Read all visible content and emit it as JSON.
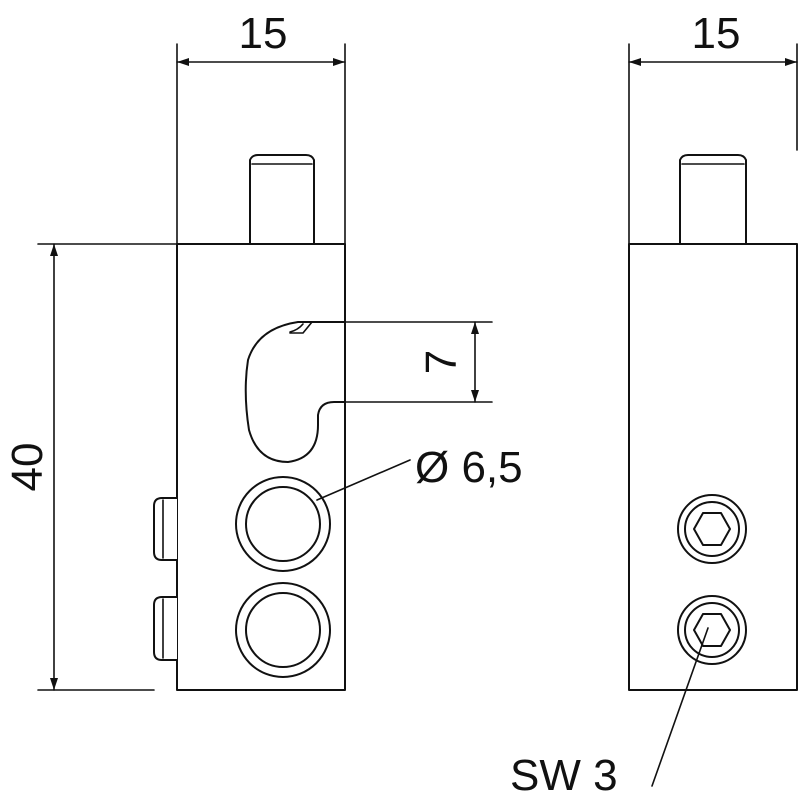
{
  "dimensions": {
    "front_width": "15",
    "side_width": "15",
    "height": "40",
    "slot": "7",
    "hole_diameter": "Ø 6,5",
    "wrench_size": "SW 3"
  },
  "colors": {
    "line": "#111111",
    "background": "#ffffff"
  }
}
